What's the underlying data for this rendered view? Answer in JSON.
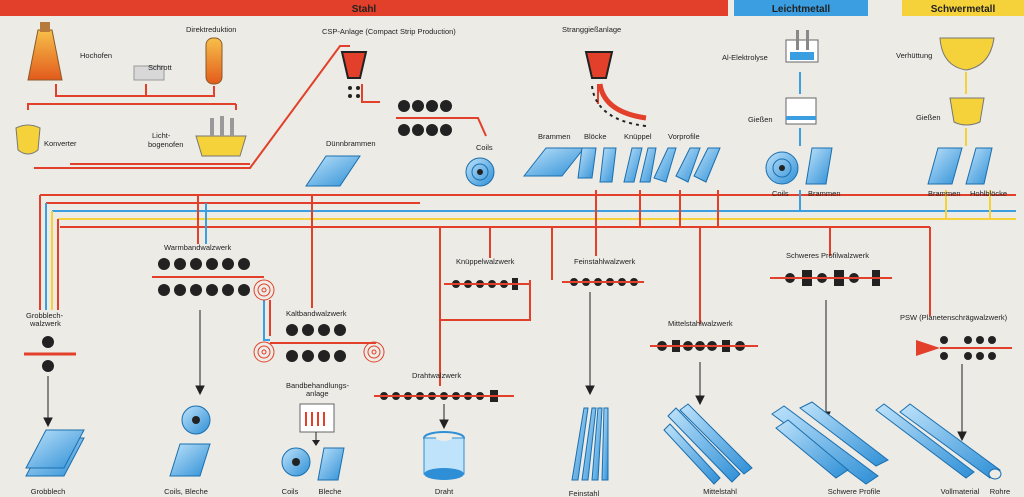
{
  "headers": {
    "stahl": "Stahl",
    "leichtmetall": "Leichtmetall",
    "schwermetall": "Schwermetall"
  },
  "labels": {
    "direktreduktion": "Direktreduktion",
    "hochofen": "Hochofen",
    "schrott": "Schrott",
    "konverter": "Konverter",
    "lichtbogenofen_1": "Licht-",
    "lichtbogenofen_2": "bogenofen",
    "csp": "CSP-Anlage (Compact Strip Production)",
    "duennbrammen": "Dünnbrammen",
    "coils_top": "Coils",
    "stranggiess": "Stranggießanlage",
    "brammen": "Brammen",
    "bloecke": "Blöcke",
    "knueppel": "Knüppel",
    "vorprofile": "Vorprofile",
    "al_elektrolyse": "Al-Elektrolyse",
    "giessen_leicht": "Gießen",
    "coils_leicht": "Coils",
    "brammen_leicht": "Brammen",
    "verhuettung": "Verhüttung",
    "giessen_schwer": "Gießen",
    "brammen_schwer": "Brammen",
    "hohlbloecke": "Hohlblöcke",
    "warmband": "Warmbandwalzwerk",
    "grobblech_ww_1": "Grobblech-",
    "grobblech_ww_2": "walzwerk",
    "kaltband": "Kaltbandwalzwerk",
    "bandbeh_1": "Bandbehandlungs-",
    "bandbeh_2": "anlage",
    "knueppelww": "Knüppelwalzwerk",
    "feinstahlww": "Feinstahlwalzwerk",
    "drahtww": "Drahtwalzwerk",
    "mittelstahlww": "Mittelstahlwalzwerk",
    "schweres_profil": "Schweres Profilwalzwerk",
    "psw": "PSW (Planetenschrägwalzwerk)",
    "out_grobblech": "Grobblech",
    "out_coils_bleche": "Coils, Bleche",
    "out_coils": "Coils",
    "out_bleche": "Bleche",
    "out_draht": "Draht",
    "out_feinstahl": "Feinstahl",
    "out_mittelstahl": "Mittelstahl",
    "out_schwere_profile": "Schwere Profile",
    "out_vollmaterial": "Vollmaterial",
    "out_rohre": "Rohre"
  },
  "colors": {
    "steel_red": "#e2402a",
    "light_blue": "#3a9ee0",
    "heavy_yellow": "#f6d23a",
    "metal_blue": "#2e8fd6",
    "roll_dark": "#222222",
    "background": "#ecebe6"
  }
}
